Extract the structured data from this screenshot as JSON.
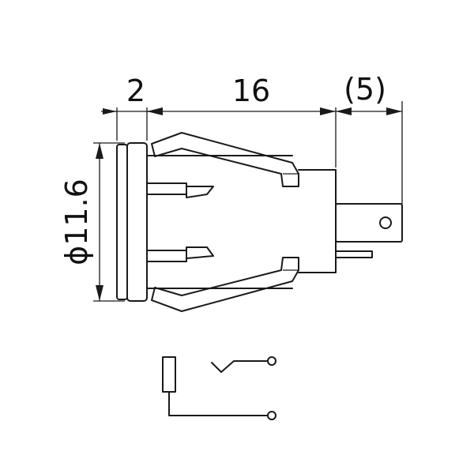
{
  "dimensions": {
    "flange_thickness": "2",
    "body_length": "16",
    "terminal_length": "(5)",
    "diameter": "ϕ11.6"
  },
  "colors": {
    "line": "#1a1a1a",
    "background": "#ffffff"
  }
}
